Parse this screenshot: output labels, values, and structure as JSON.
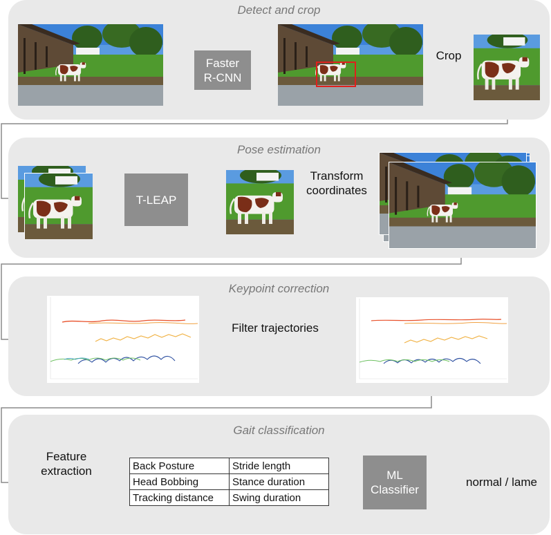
{
  "panels": {
    "detect": {
      "title": "Detect and crop",
      "detector_label": "Faster\nR-CNN",
      "crop_label": "Crop"
    },
    "pose": {
      "title": "Pose estimation",
      "model_label": "T-LEAP",
      "transform_label": "Transform\ncoordinates"
    },
    "keypoint": {
      "title": "Keypoint correction",
      "filter_label": "Filter trajectories"
    },
    "gait": {
      "title": "Gait classification",
      "feature_label": "Feature\nextraction",
      "features": [
        [
          "Back Posture",
          "Stride length"
        ],
        [
          "Head Bobbing",
          "Stance duration"
        ],
        [
          "Tracking distance",
          "Swing duration"
        ]
      ],
      "classifier_label": "ML\nClassifier",
      "output_label": "normal / lame"
    }
  },
  "colors": {
    "panel_bg": "#e9e9e9",
    "box_bg": "#8e8e8e",
    "bbox": "#e0201c",
    "arrow": "#8a8a8a",
    "title": "#777777"
  }
}
